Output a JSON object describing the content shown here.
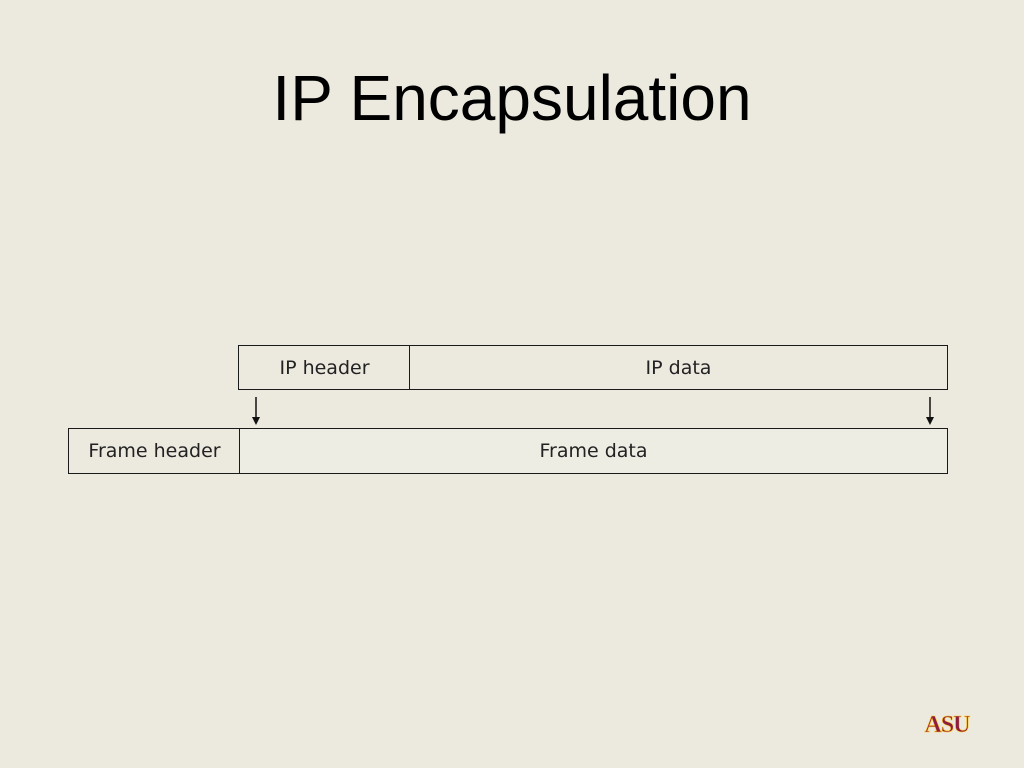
{
  "slide": {
    "title": "IP Encapsulation"
  },
  "diagram": {
    "ip_packet": {
      "header_label": "IP header",
      "data_label": "IP data"
    },
    "frame": {
      "header_label": "Frame header",
      "data_label": "Frame data"
    }
  },
  "logo": {
    "text": "ASU",
    "color": "#8c1d40",
    "accent_color": "#ffc627"
  }
}
